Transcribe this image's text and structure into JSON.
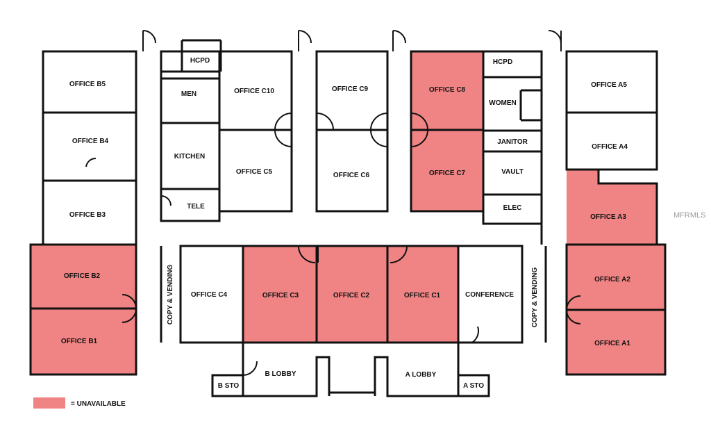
{
  "colors": {
    "unavailable": "#f08484",
    "wall": "#111111",
    "background": "#ffffff"
  },
  "watermark": "MFRMLS",
  "legend": {
    "label": "= UNAVAILABLE"
  },
  "rooms": {
    "b5": "OFFICE B5",
    "b4": "OFFICE B4",
    "b3": "OFFICE B3",
    "b2": "OFFICE B2",
    "b1": "OFFICE B1",
    "hcpd_left": "HCPD",
    "men": "MEN",
    "kitchen": "KITCHEN",
    "tele": "TELE",
    "c10": "OFFICE C10",
    "c5": "OFFICE C5",
    "c9": "OFFICE C9",
    "c6": "OFFICE C6",
    "c8": "OFFICE C8",
    "c7": "OFFICE C7",
    "hcpd_right": "HCPD",
    "women": "WOMEN",
    "janitor": "JANITOR",
    "vault": "VAULT",
    "elec": "ELEC",
    "a5": "OFFICE A5",
    "a4": "OFFICE A4",
    "a3": "OFFICE A3",
    "a2": "OFFICE A2",
    "a1": "OFFICE A1",
    "copy_left": "COPY & VENDING",
    "c4": "OFFICE C4",
    "c3": "OFFICE C3",
    "c2": "OFFICE C2",
    "c1": "OFFICE C1",
    "conference": "CONFERENCE",
    "copy_right": "COPY & VENDING",
    "b_lobby": "B LOBBY",
    "a_lobby": "A LOBBY",
    "b_sto": "B STO",
    "a_sto": "A STO"
  }
}
